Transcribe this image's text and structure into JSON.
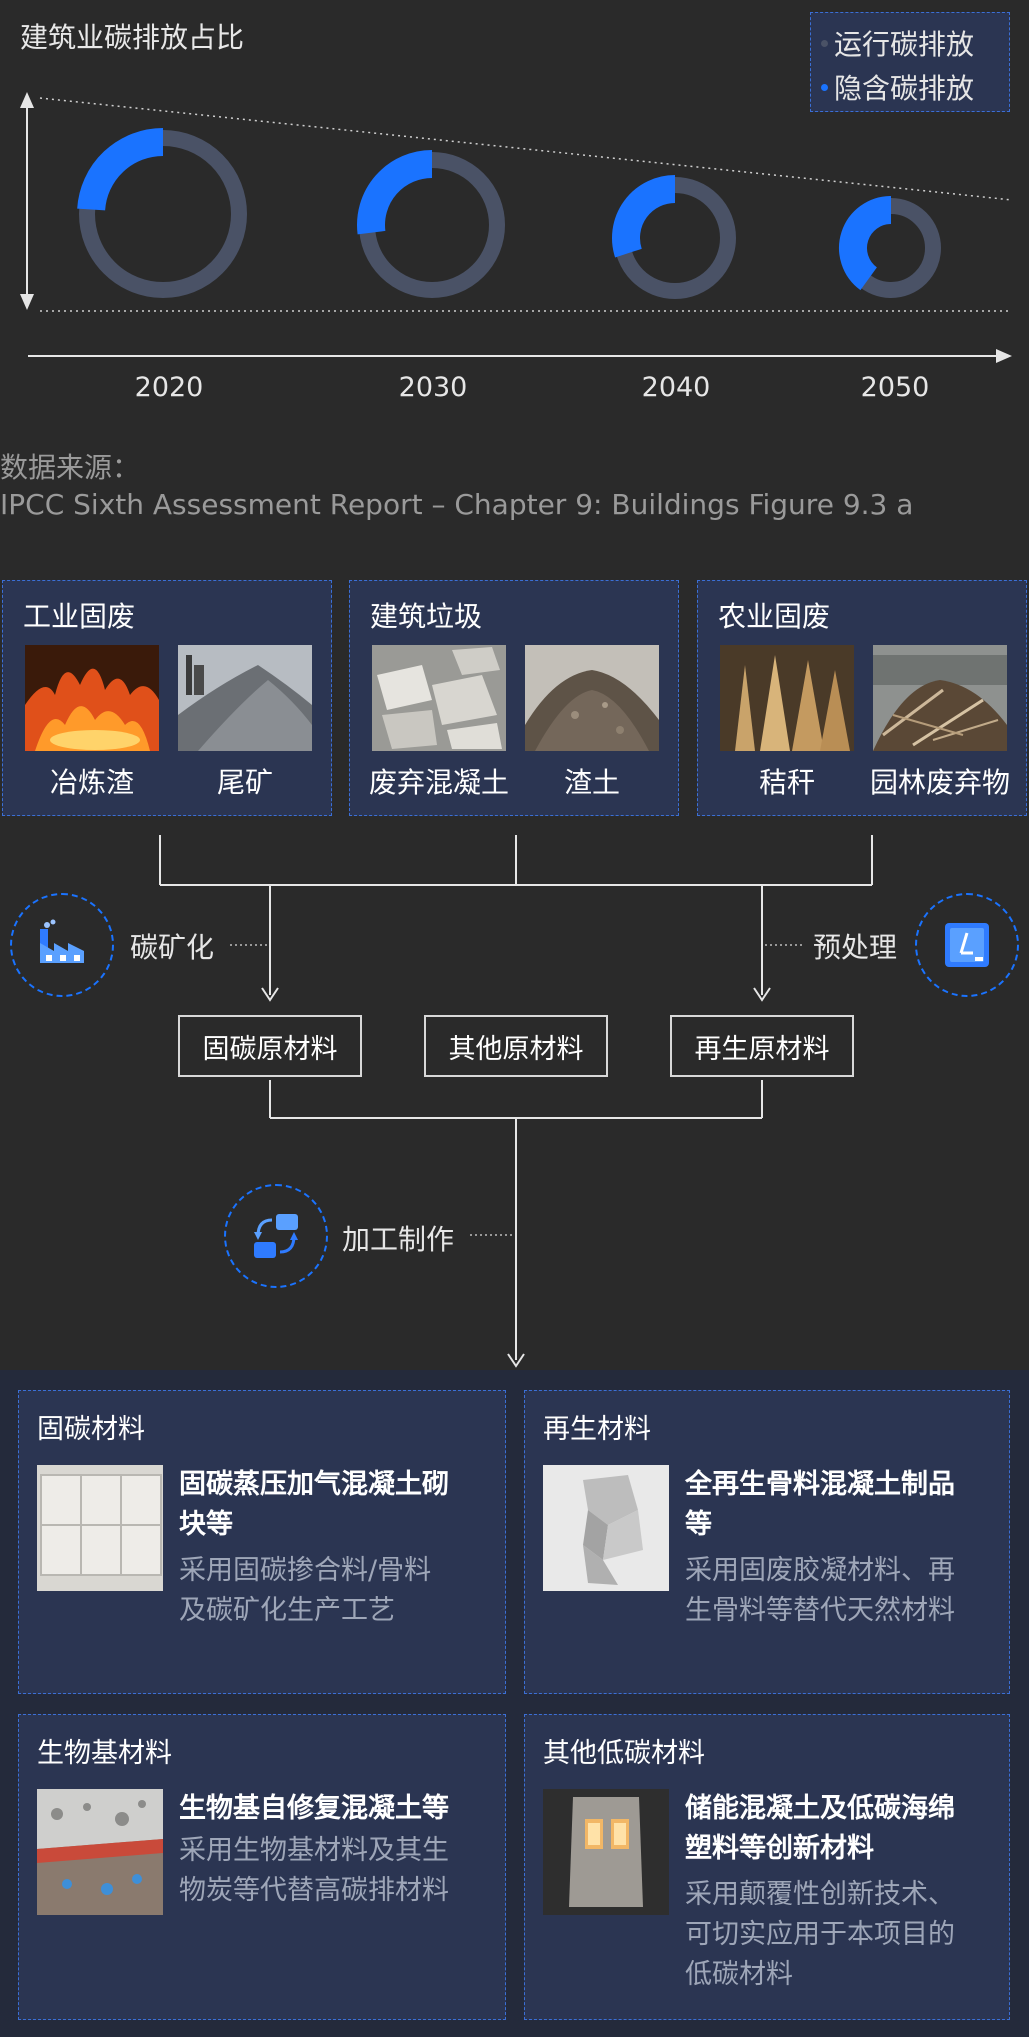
{
  "chart": {
    "title": "建筑业碳排放占比",
    "legend": [
      {
        "label": "运行碳排放",
        "color": "#4a5266"
      },
      {
        "label": "隐含碳排放",
        "color": "#1a73ff"
      }
    ],
    "colors": {
      "operational": "#4a5266",
      "embodied": "#1a73ff"
    }
  },
  "chart_data": {
    "type": "pie",
    "title": "建筑业碳排放占比",
    "categories": [
      "2020",
      "2030",
      "2040",
      "2050"
    ],
    "series": [
      {
        "name": "运行碳排放",
        "values": [
          0.76,
          0.73,
          0.7,
          0.6
        ]
      },
      {
        "name": "隐含碳排放",
        "values": [
          0.24,
          0.27,
          0.3,
          0.4
        ]
      }
    ]
  },
  "source": {
    "label": "数据来源：",
    "text": "IPCC Sixth Assessment Report – Chapter 9: Buildings Figure 9.3 a"
  },
  "waste_sources": [
    {
      "title": "工业固废",
      "items": [
        "冶炼渣",
        "尾矿"
      ]
    },
    {
      "title": "建筑垃圾",
      "items": [
        "废弃混凝土",
        "渣土"
      ]
    },
    {
      "title": "农业固废",
      "items": [
        "秸秆",
        "园林废弃物"
      ]
    }
  ],
  "processes": {
    "left": "碳矿化",
    "right": "预处理",
    "center": "加工制作"
  },
  "raw_materials": [
    "固碳原材料",
    "其他原材料",
    "再生原材料"
  ],
  "products": [
    {
      "title": "固碳材料",
      "head": [
        "固碳蒸压加气混凝土砌",
        "块等"
      ],
      "desc": [
        "采用固碳掺合料/骨料",
        "及碳矿化生产工艺"
      ]
    },
    {
      "title": "再生材料",
      "head": [
        "全再生骨料混凝土制品",
        "等"
      ],
      "desc": [
        "采用固废胶凝材料、再",
        "生骨料等替代天然材料"
      ]
    },
    {
      "title": "生物基材料",
      "head": [
        "生物基自修复混凝土等"
      ],
      "desc": [
        "采用生物基材料及其生",
        "物炭等代替高碳排材料"
      ]
    },
    {
      "title": "其他低碳材料",
      "head": [
        "储能混凝土及低碳海绵",
        "塑料等创新材料"
      ],
      "desc": [
        "采用颠覆性创新技术、",
        "可切实应用于本项目的",
        "低碳材料"
      ]
    }
  ]
}
